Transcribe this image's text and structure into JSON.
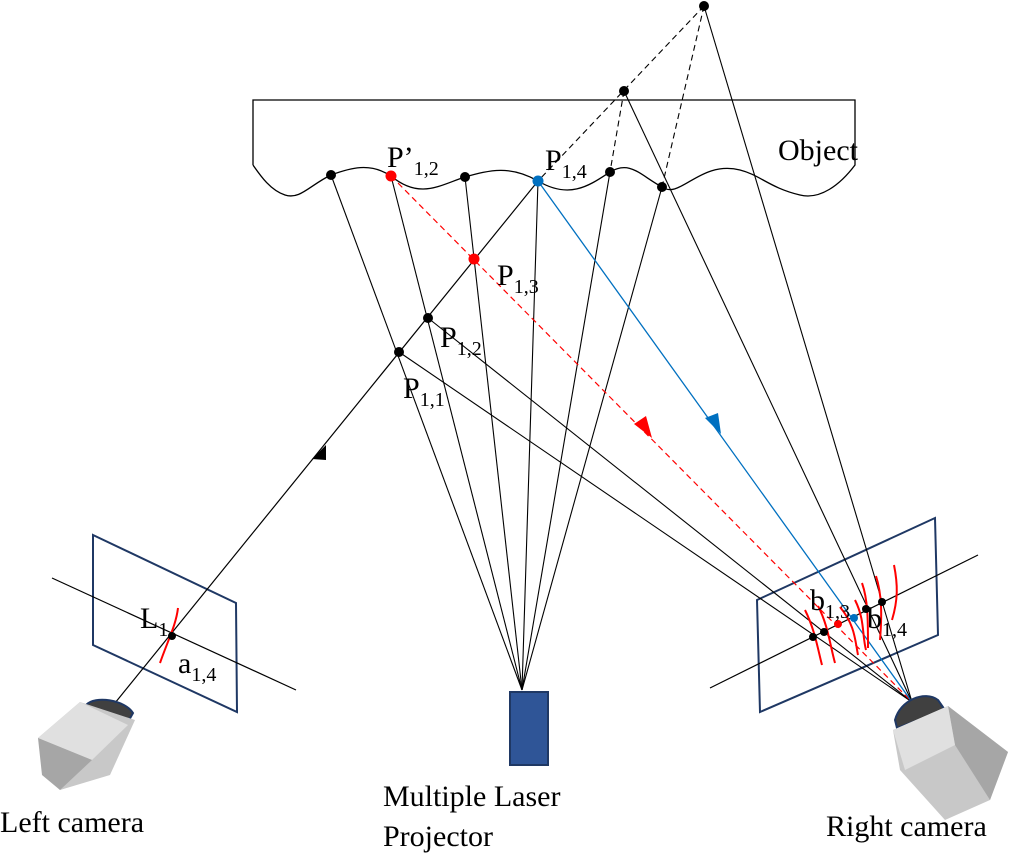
{
  "labels": {
    "object": "Object",
    "p12prime": {
      "main": "P’",
      "sub": "1,2"
    },
    "p14": {
      "main": "P",
      "sub": "1,4"
    },
    "p13": {
      "main": "P",
      "sub": "1,3"
    },
    "p12": {
      "main": "P",
      "sub": "1,2"
    },
    "p11": {
      "main": "P",
      "sub": "1,1"
    },
    "l1": {
      "main": "L",
      "sub": "1"
    },
    "a14": {
      "main": "a",
      "sub": "1,4"
    },
    "b13": {
      "main": "b",
      "sub": "1,3"
    },
    "b14": {
      "main": "b",
      "sub": "1,4"
    },
    "left_camera": "Left camera",
    "projector_line1": "Multiple Laser",
    "projector_line2": "Projector",
    "right_camera": "Right camera"
  },
  "colors": {
    "line": "#000000",
    "red": "#ff0000",
    "blue": "#0070c0",
    "plane": "#1f3864",
    "projector": "#2f5597",
    "camera": "#bfbfbf"
  }
}
